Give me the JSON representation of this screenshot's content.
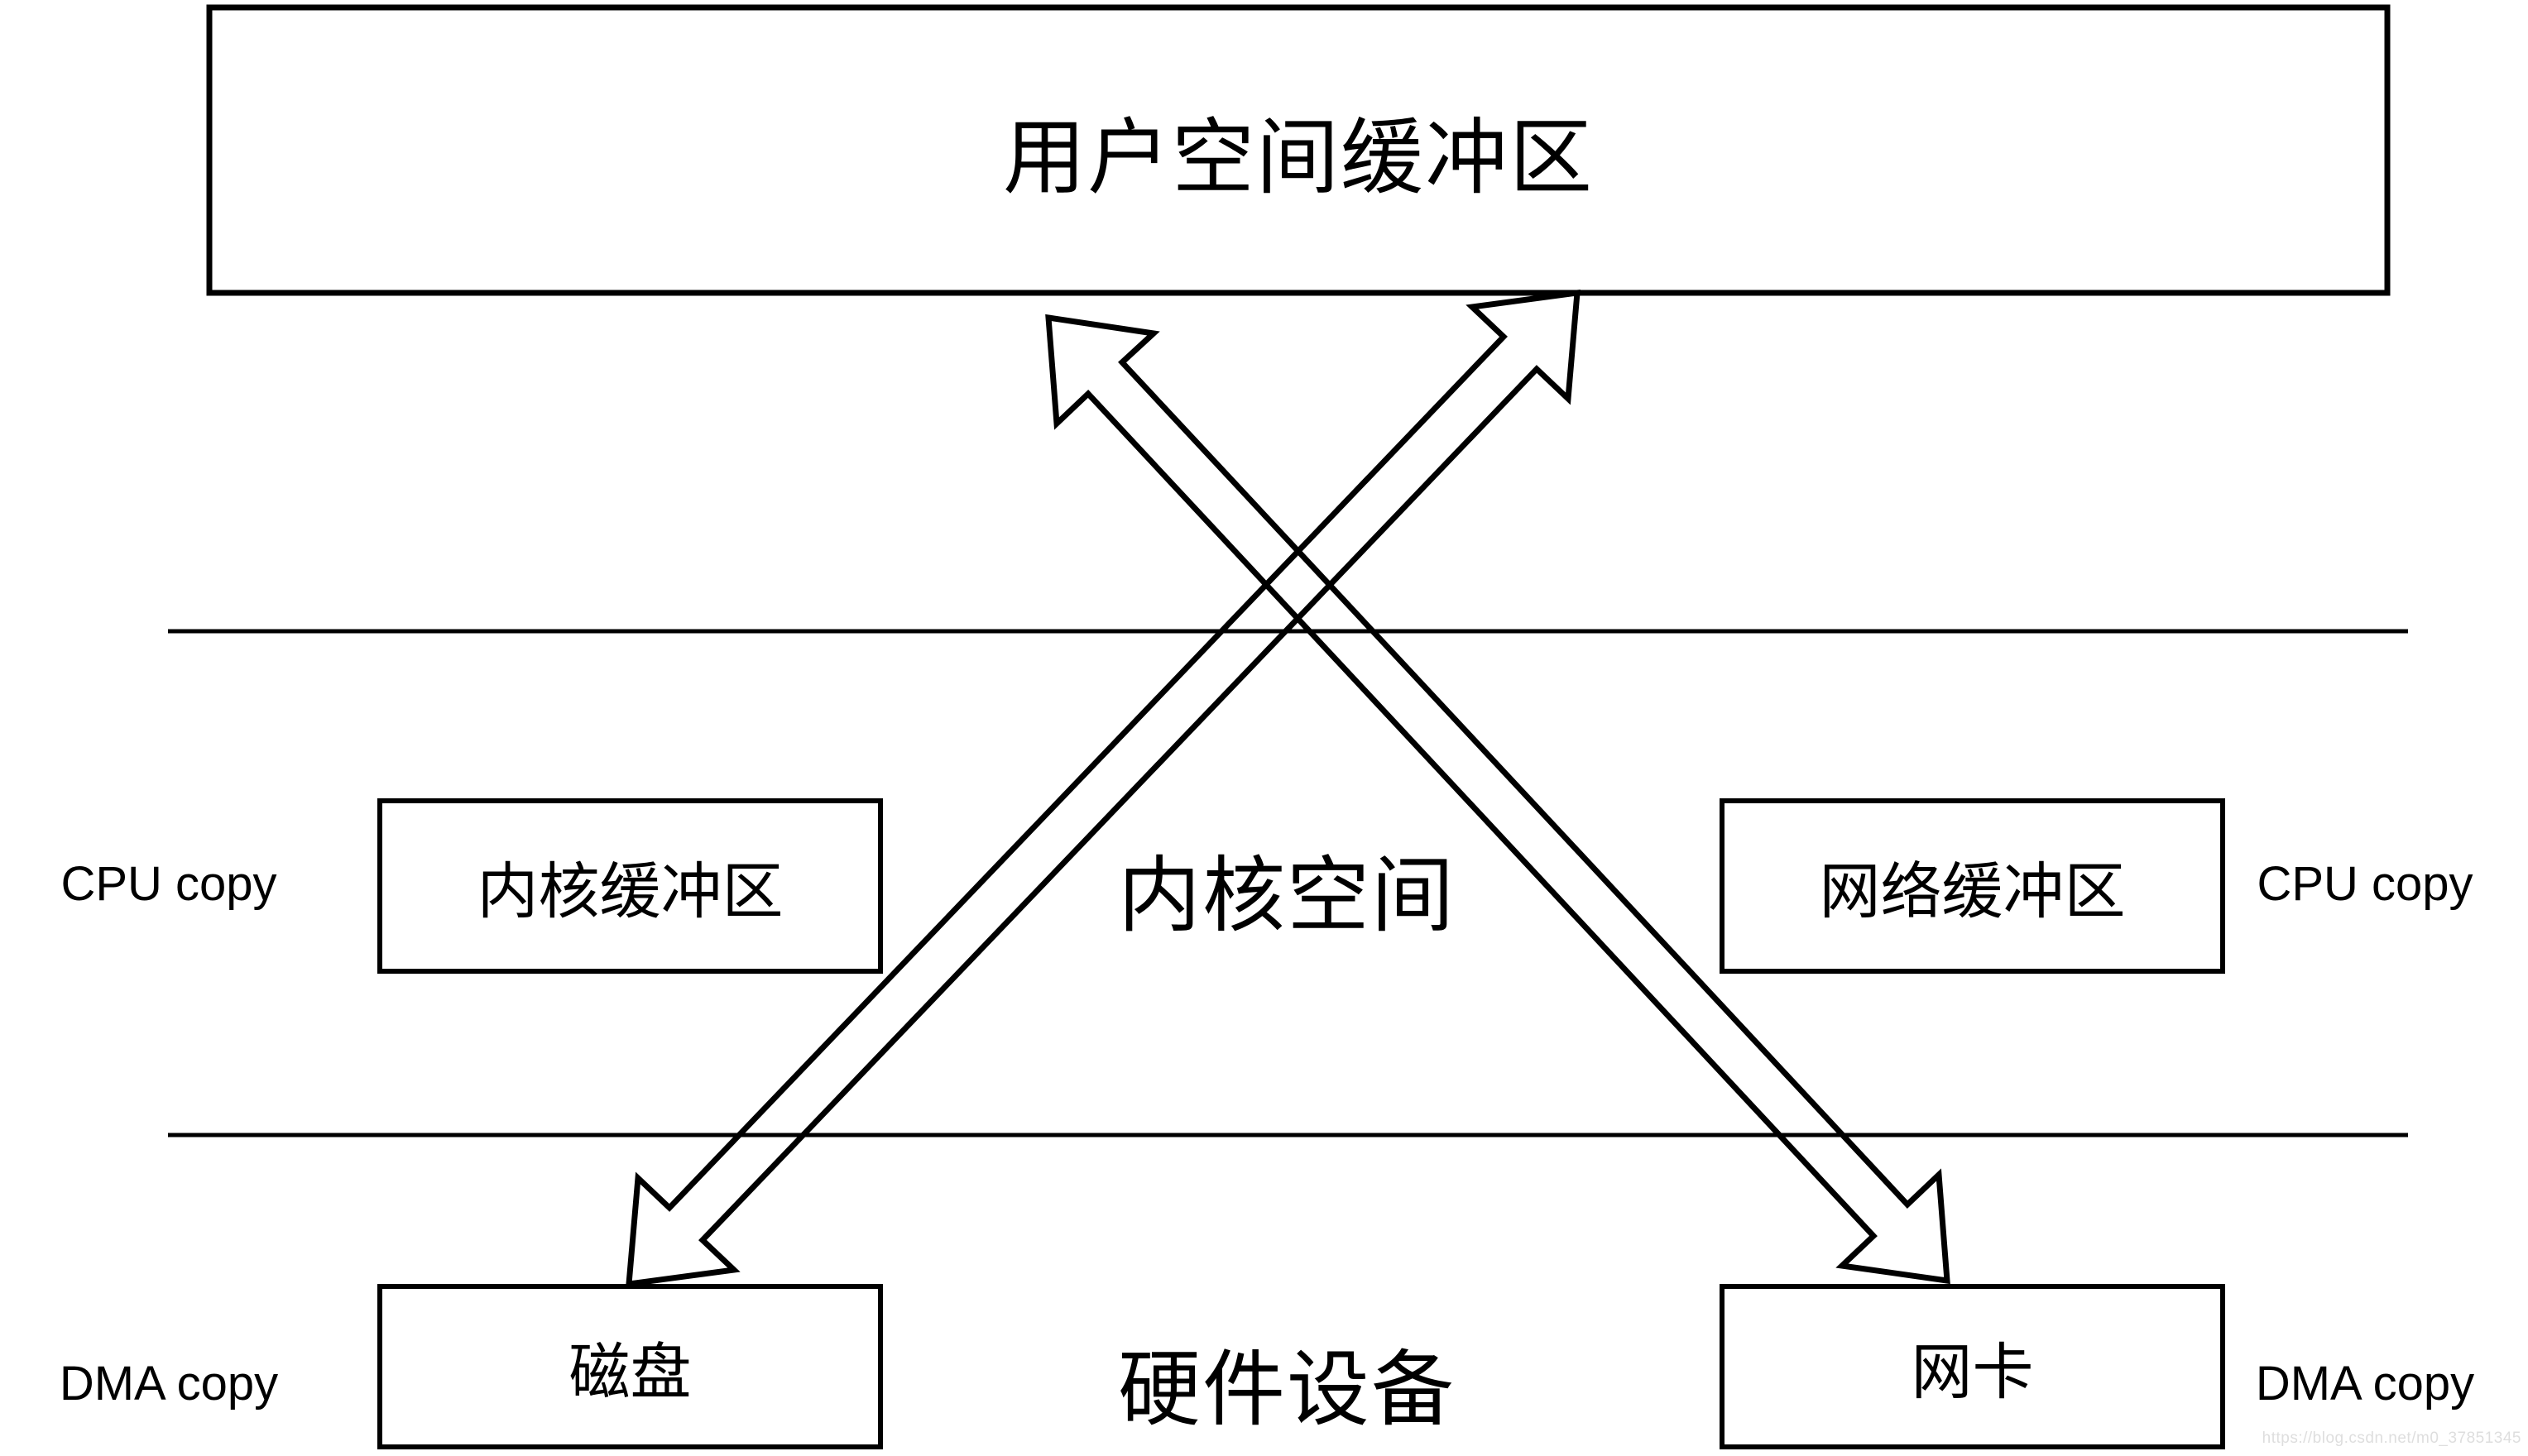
{
  "diagram": {
    "title": "用户空间缓冲区",
    "regions": {
      "kernel_space": "内核空间",
      "hardware": "硬件设备"
    },
    "boxes": {
      "kernel_buffer": "内核缓冲区",
      "network_buffer": "网络缓冲区",
      "disk": "磁盘",
      "nic": "网卡"
    },
    "copy_labels": {
      "cpu_left": "CPU copy",
      "cpu_right": "CPU copy",
      "dma_left": "DMA copy",
      "dma_right": "DMA copy"
    },
    "watermark": "https://blog.csdn.net/m0_37851345",
    "colors": {
      "stroke": "#000000",
      "background": "#ffffff",
      "watermark_text": "#dedede"
    }
  }
}
